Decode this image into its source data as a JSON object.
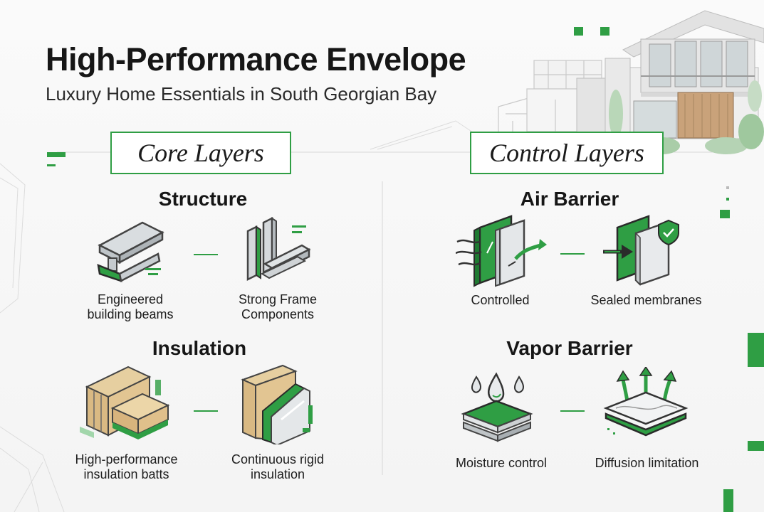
{
  "header": {
    "title": "High-Performance Envelope",
    "subtitle": "Luxury Home Essentials in South Georgian Bay"
  },
  "sections": {
    "core": {
      "label": "Core Layers",
      "structure": {
        "title": "Structure",
        "item1": {
          "icon": "steel-beam-icon",
          "line1": "Engineered",
          "line2": "building beams"
        },
        "item2": {
          "icon": "frame-components-icon",
          "line1": "Strong Frame",
          "line2": "Components"
        }
      },
      "insulation": {
        "title": "Insulation",
        "item1": {
          "icon": "insulation-batts-icon",
          "line1": "High-performance",
          "line2": "insulation batts"
        },
        "item2": {
          "icon": "rigid-insulation-icon",
          "line1": "Continuous rigid",
          "line2": "insulation"
        }
      }
    },
    "control": {
      "label": "Control Layers",
      "air": {
        "title": "Air Barrier",
        "item1": {
          "icon": "airflow-panel-icon",
          "line1": "Controlled"
        },
        "item2": {
          "icon": "sealed-membrane-shield-icon",
          "line1": "Sealed membranes"
        }
      },
      "vapor": {
        "title": "Vapor Barrier",
        "item1": {
          "icon": "moisture-drops-icon",
          "line1": "Moisture control"
        },
        "item2": {
          "icon": "diffusion-layers-icon",
          "line1": "Diffusion limitation"
        }
      }
    }
  },
  "colors": {
    "accent": "#2f9e44",
    "text": "#161616",
    "background": "#f6f6f6"
  },
  "decor": {
    "hero_image": "modern-house-illustration"
  }
}
